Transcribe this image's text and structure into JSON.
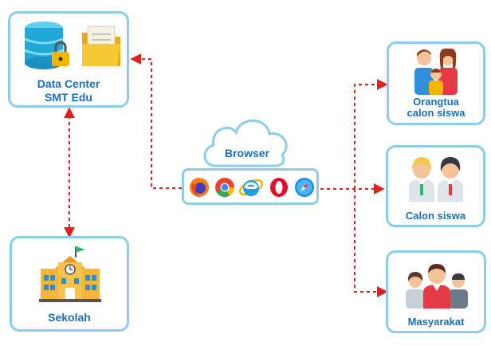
{
  "data_center": {
    "line1": "Data Center",
    "line2": "SMT Edu"
  },
  "browser": {
    "label": "Browser"
  },
  "sekolah": {
    "label": "Sekolah"
  },
  "orangtua": {
    "line1": "Orangtua",
    "line2": "calon siswa"
  },
  "calon_siswa": {
    "label": "Calon siswa"
  },
  "masyarakat": {
    "label": "Masyarakat"
  },
  "colors": {
    "box_border": "#8ccdec",
    "label_text": "#1a6fb6",
    "connector": "#e02020"
  }
}
